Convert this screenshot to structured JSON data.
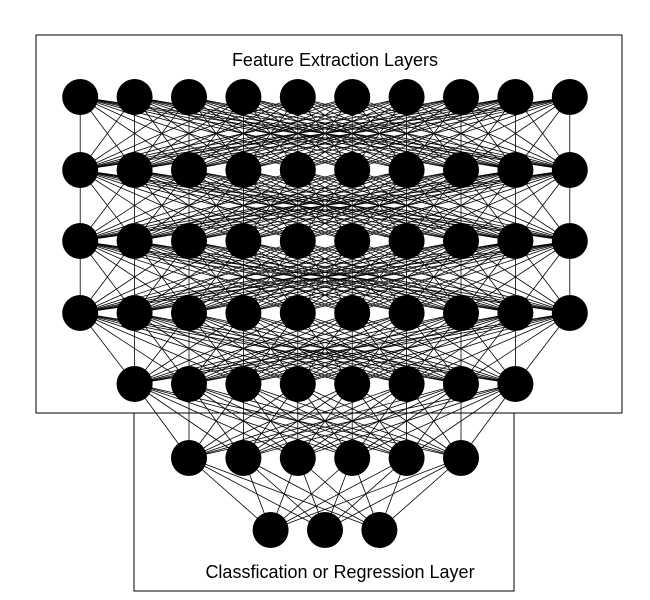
{
  "labels": {
    "top": "Feature Extraction Layers",
    "bottom": "Classfication or Regression Layer"
  },
  "network": {
    "layer_sizes": [
      10,
      10,
      10,
      10,
      8,
      6,
      3
    ],
    "feature_layer_count": 5,
    "fully_connected": true
  },
  "colors": {
    "node": "#000000",
    "edge": "#000000",
    "box": "#000000",
    "background": "#ffffff"
  }
}
